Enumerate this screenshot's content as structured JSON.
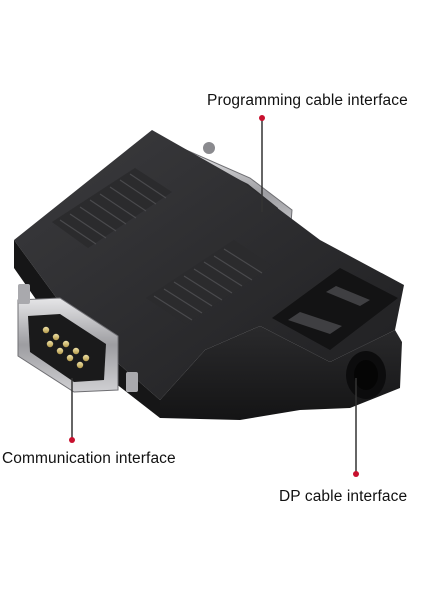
{
  "callouts": {
    "programming": "Programming cable interface",
    "communication": "Communication interface",
    "dp": "DP cable interface"
  },
  "colors": {
    "body": "#1d1d1f",
    "body_highlight": "#3a3a3c",
    "leader_line": "#333333",
    "leader_dot": "#c8102e",
    "metal": "#b9b9bc"
  }
}
